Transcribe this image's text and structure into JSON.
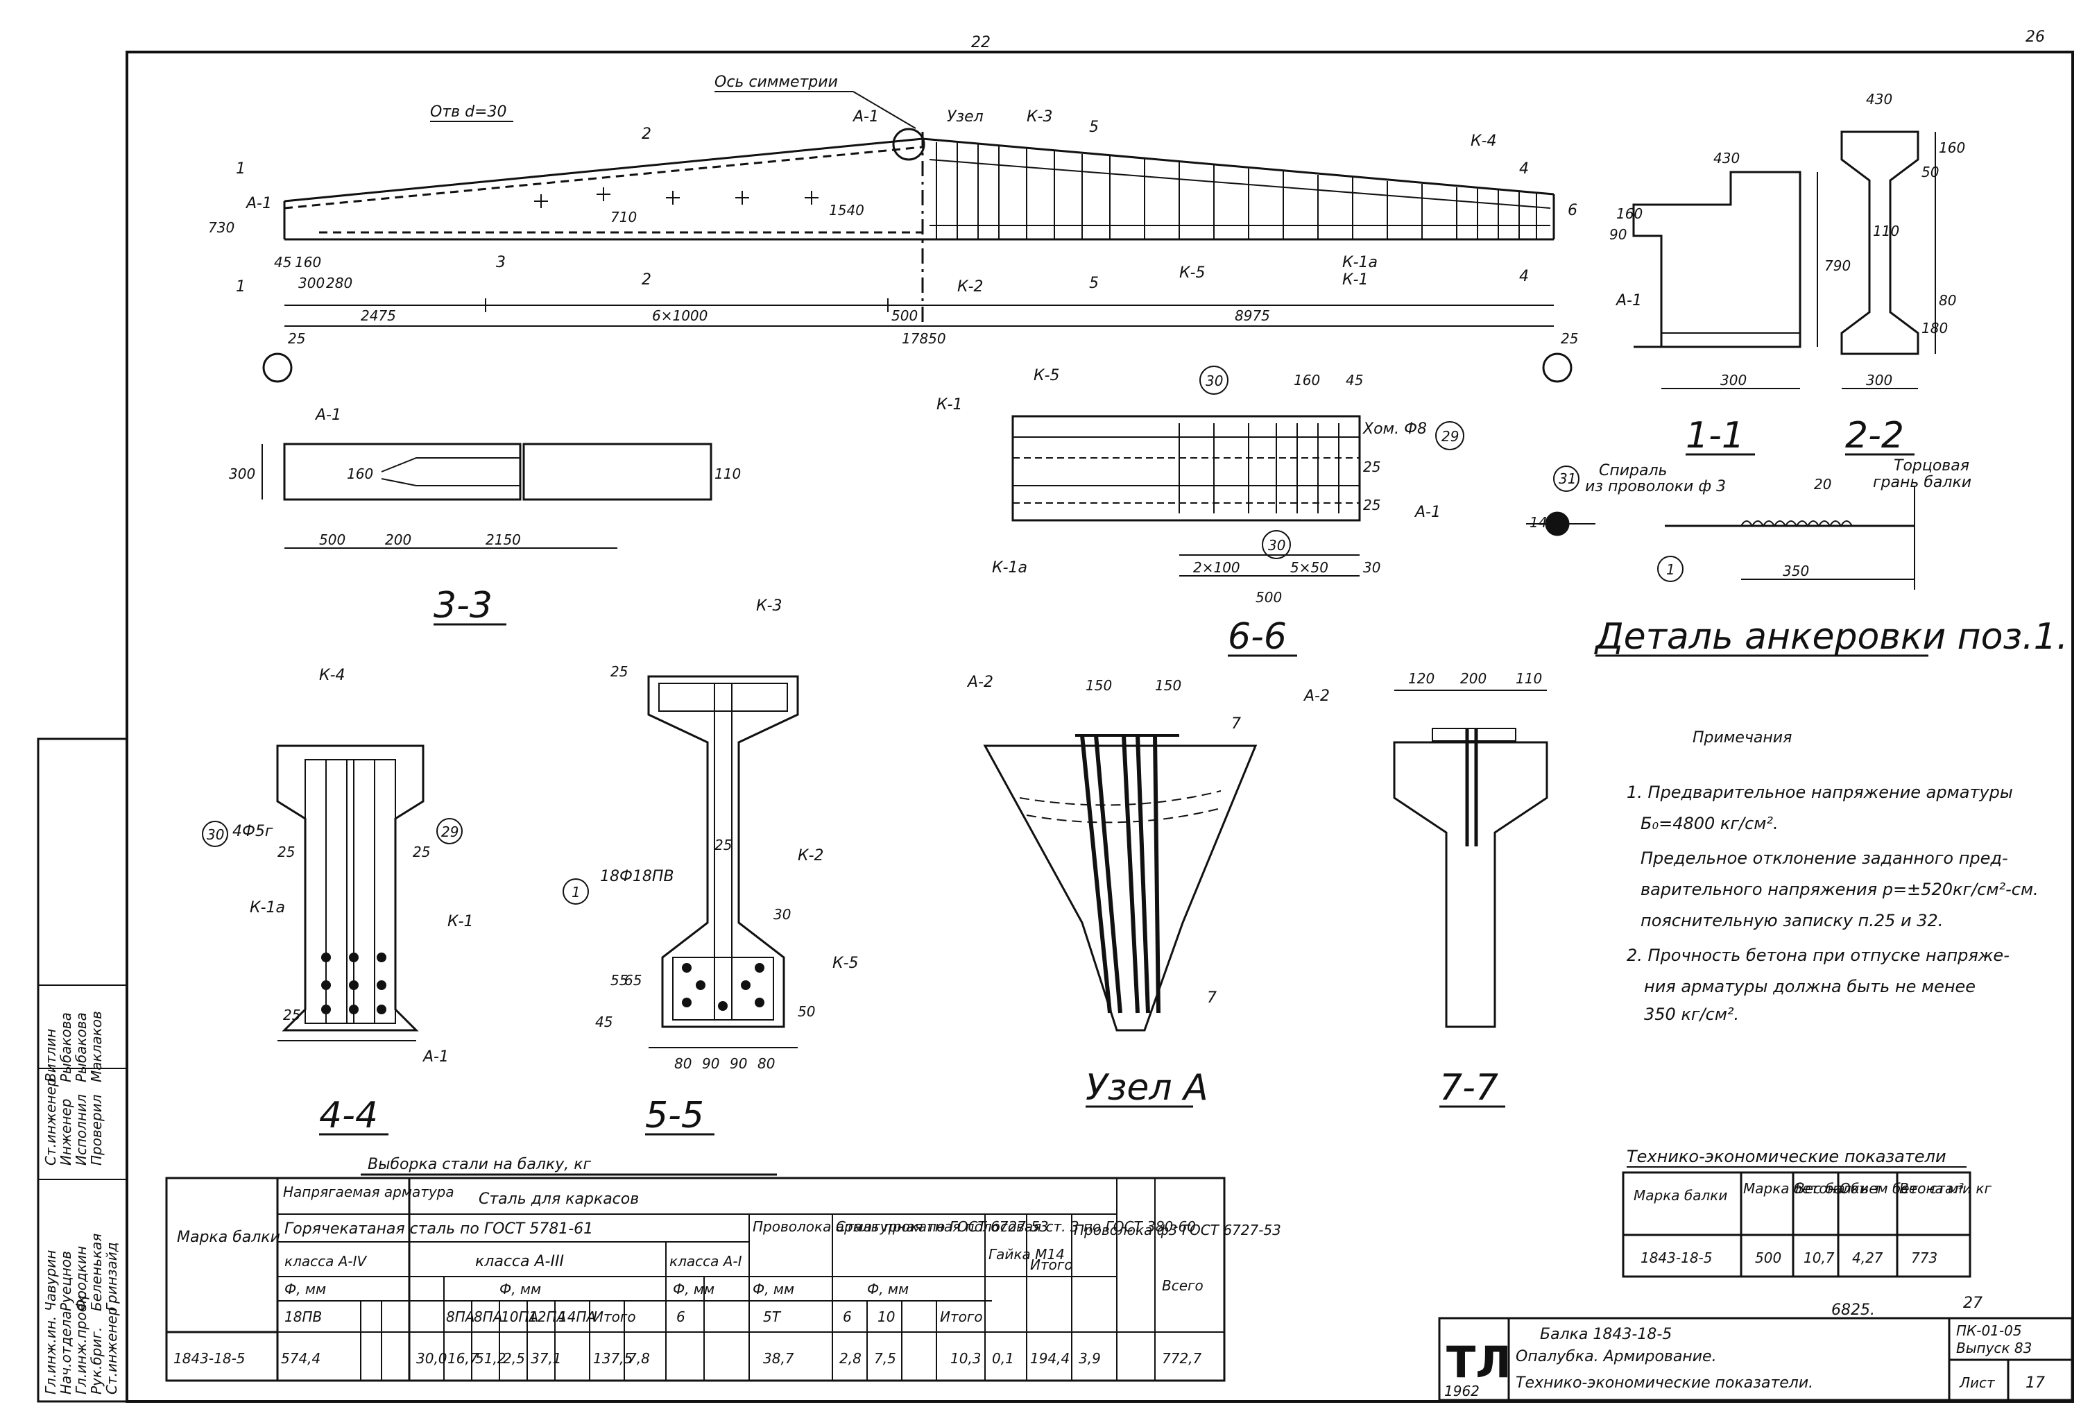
{
  "page_number": "26",
  "corner_mark": "22",
  "elevation": {
    "axis_label": "Ось симметрии",
    "holes_label": "Отв d=30",
    "node_label": "Узел",
    "cuts": [
      "1",
      "2",
      "3",
      "5",
      "4",
      "6",
      "2",
      "5",
      "4",
      "1"
    ],
    "labels": [
      "А-1",
      "К-3",
      "К-4",
      "К-2",
      "К-5",
      "К-1а",
      "К-1",
      "А-1"
    ],
    "dims_top": [
      "730",
      "45",
      "160",
      "300",
      "280",
      "710",
      "1540"
    ],
    "dims_bottom": [
      "2475",
      "6×1000",
      "500",
      "8975"
    ],
    "dim_total": "17850",
    "dim_support": [
      "25",
      "25"
    ]
  },
  "section_1_1": {
    "title": "1-1",
    "dims": [
      "430",
      "160",
      "90",
      "790",
      "300"
    ],
    "label": "А-1"
  },
  "section_2_2": {
    "title": "2-2",
    "dims": [
      "430",
      "160",
      "50",
      "110",
      "180",
      "80",
      "300"
    ]
  },
  "section_3_3": {
    "title": "3-3",
    "label": "А-1",
    "dims": [
      "300",
      "160",
      "110",
      "500",
      "200",
      "2150"
    ]
  },
  "section_6_6": {
    "title": "6-6",
    "labels": [
      "К-5",
      "К-1",
      "К-1а",
      "А-1",
      "Хом. Ф8"
    ],
    "marks": [
      "30",
      "29",
      "30"
    ],
    "dims": [
      "160",
      "45",
      "25",
      "25",
      "2×100",
      "5×50",
      "30",
      "500"
    ]
  },
  "anchor_detail": {
    "title": "Деталь анкеровки поз.1.",
    "spiral": "Спираль",
    "spiral2": "из проволоки ф 3",
    "end": "Торцовая",
    "end2": "грань балки",
    "marks": [
      "31",
      "1"
    ],
    "dims": [
      "14",
      "20",
      "350"
    ]
  },
  "section_4_4": {
    "title": "4-4",
    "labels": [
      "К-4",
      "К-1а",
      "К-1",
      "А-1"
    ],
    "marks": [
      "30",
      "29"
    ],
    "note": "4Ф5г",
    "dims": [
      "25",
      "25",
      "25"
    ]
  },
  "section_5_5": {
    "title": "5-5",
    "labels": [
      "К-3",
      "К-2",
      "К-5"
    ],
    "marks": [
      "1"
    ],
    "note": "18Ф18ПВ",
    "dims": [
      "25",
      "25",
      "30",
      "80",
      "90",
      "90",
      "80",
      "45",
      "55",
      "65",
      "50"
    ]
  },
  "node_a": {
    "title": "Узел А",
    "labels": [
      "А-2"
    ],
    "dims": [
      "150",
      "150"
    ],
    "cuts": [
      "7",
      "7"
    ]
  },
  "section_7_7": {
    "title": "7-7",
    "labels": [
      "А-2"
    ],
    "dims": [
      "120",
      "200",
      "110"
    ]
  },
  "notes": {
    "title": "Примечания",
    "items": [
      "1. Предварительное напряжение арматуры",
      "Б₀=4800 кг/см².",
      "Предельное отклонение заданного пред-",
      "варительного напряжения р=±520кг/см²-см.",
      "пояснительную записку п.25 и 32.",
      "2. Прочность бетона при отпуске напряже-",
      "ния арматуры должна быть не менее",
      "350 кг/см²."
    ]
  },
  "tech_table": {
    "title": "Технико-экономические показатели",
    "headers": [
      "Марка балки",
      "Марка бетона",
      "Вес балки т",
      "Объем бетона м³",
      "Вес стали кг"
    ],
    "row": [
      "1843-18-5",
      "500",
      "10,7",
      "4,27",
      "773"
    ]
  },
  "stamp": {
    "logo": "ТЛ",
    "year": "1962",
    "line1": "Балка 1843-18-5",
    "line2": "Опалубка. Армирование.",
    "line3": "Технико-экономические показатели.",
    "series": "ПК-01-05",
    "issue": "Выпуск 83",
    "sheet_label": "Лист",
    "sheet": "17",
    "doc_number": "6825.",
    "doc_number2": "27"
  },
  "steel_table": {
    "title": "Выборка стали на балку, кг",
    "h_marka": "Марка балки",
    "h_prestress": "Напрягаемая арматура",
    "h_steel": "Сталь для каркасов",
    "h_hot": "Горячекатаная сталь по ГОСТ 5781-61",
    "h_class4": "класса А-IV",
    "h_class3": "класса А-III",
    "h_class1": "класса А-I",
    "h_wire": "Проволока арматурная по ГОСТ 6727-53",
    "h_strip": "Сталь прокатная полосовая ст. 3 по ГОСТ 380-60",
    "h_nut": "Гайка М14",
    "h_total": "Итого",
    "h_wire3": "Проволока ф3 ГОСТ 6727-53",
    "h_all": "Всего",
    "phi": "Ф, мм",
    "sub": [
      "18ПВ",
      "8ПА",
      "8ПА",
      "10ПА",
      "12ПА",
      "14ПА",
      "Итого",
      "6",
      "5Т",
      "6",
      "10",
      "Итого"
    ],
    "values": [
      "1843-18-5",
      "574,4",
      "30,0",
      "16,7",
      "51,2",
      "2,5",
      "37,1",
      "137,5",
      "7,8",
      "38,7",
      "2,8",
      "7,5",
      "10,3",
      "0,1",
      "194,4",
      "3,9",
      "772,7"
    ]
  },
  "side_stamp": {
    "rows": [
      [
        "Гл.инж.ин.",
        "Чавурин"
      ],
      [
        "Нач.отдела",
        "Руецнов"
      ],
      [
        "Гл.инж.проек.",
        "Фродкин"
      ],
      [
        "Рук.бриг.",
        "Беленькая"
      ],
      [
        "Ст.инженер",
        "Гринзайд"
      ],
      [
        "Ст.инженер",
        "Витлин"
      ],
      [
        "Инженер",
        "Рыбакова"
      ],
      [
        "Исполнил",
        "Рыбакова"
      ],
      [
        "Проверил",
        "Маклаков"
      ]
    ]
  }
}
